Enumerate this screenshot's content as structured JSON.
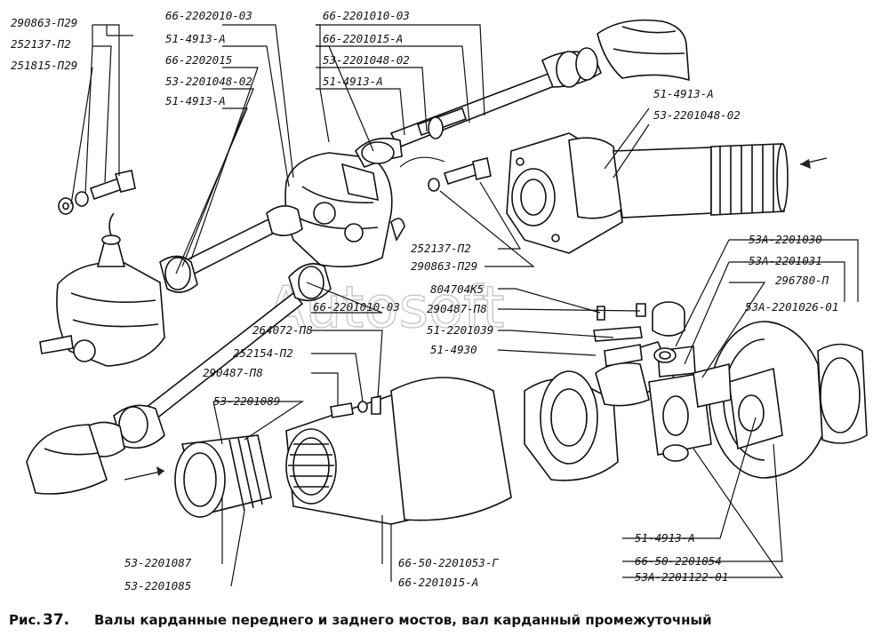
{
  "caption": {
    "prefix": "Рис.",
    "number": "37.",
    "text": "Валы карданные переднего и заднего мостов, вал карданный промежуточный"
  },
  "watermark": "Autosoft",
  "labels": {
    "l01": "290863-П29",
    "l02": "252137-П2",
    "l03": "251815-П29",
    "l04": "66-2202010-03",
    "l05": "51-4913-А",
    "l06": "66-2202015",
    "l07": "53-2201048-02",
    "l08": "51-4913-А",
    "l09": "66-2201010-03",
    "l10": "66-2201015-А",
    "l11": "53-2201048-02",
    "l12": "51-4913-А",
    "l13": "51-4913-А",
    "l14": "53-2201048-02",
    "l15": "252137-П2",
    "l16": "290863-П29",
    "l17": "804704К5",
    "l18": "290487-П8",
    "l19": "51-2201039",
    "l20": "51-4930",
    "l21": "66-2201010-03",
    "l22": "264072-П8",
    "l23": "252154-П2",
    "l24": "290487-П8",
    "l25": "53-2201089",
    "l26": "53А-2201030",
    "l27": "53А-2201031",
    "l28": "296780-П",
    "l29": "53А-2201026-01",
    "l30": "53-2201087",
    "l31": "53-2201085",
    "l32": "66-50-2201053-Г",
    "l33": "66-2201015-А",
    "l34": "51-4913-А",
    "l35": "66-50-2201054",
    "l36": "53А-2201122-01"
  }
}
